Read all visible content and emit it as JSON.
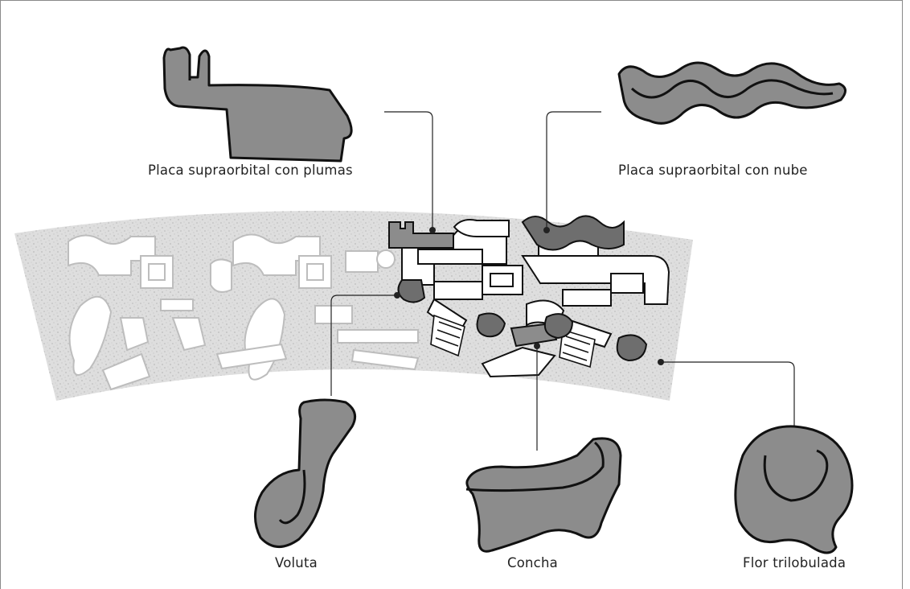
{
  "diagram": {
    "labels": {
      "plumas": "Placa supraorbital con plumas",
      "nube": "Placa supraorbital con nube",
      "voluta": "Voluta",
      "concha": "Concha",
      "flor": "Flor trilobulada"
    },
    "colors": {
      "shape_fill": "#8c8c8c",
      "shape_fill_dark": "#6e6e6e",
      "stroke": "#111111",
      "band_speckle": "#d4d4d4",
      "glyph_outline": "#bdbdbd",
      "leader_line": "#222222",
      "frame": "#8a8a8a"
    }
  }
}
